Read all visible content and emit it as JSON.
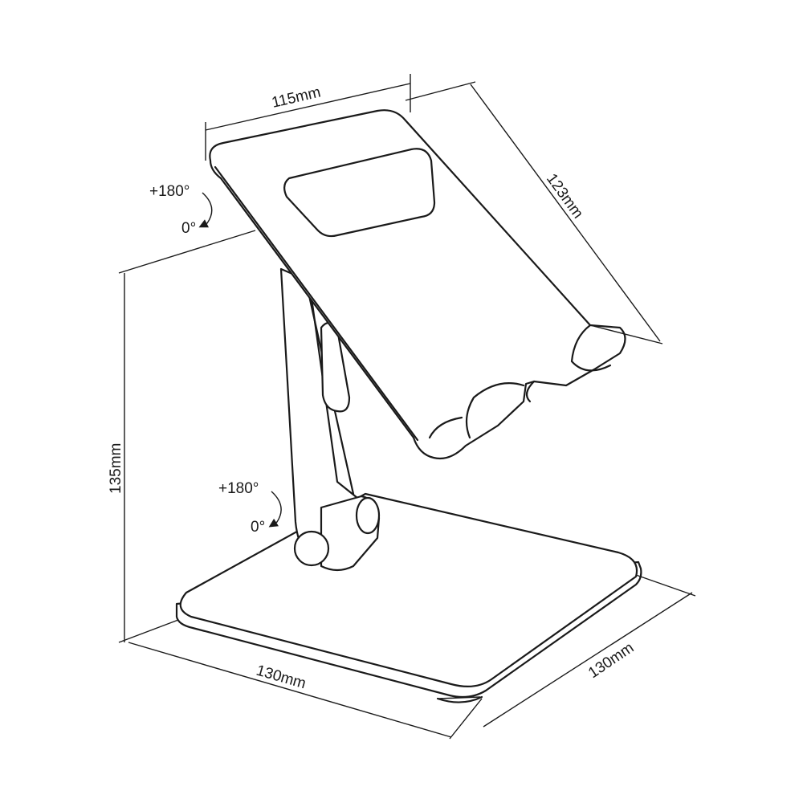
{
  "dimensions": {
    "plate_width": "115mm",
    "plate_length": "123mm",
    "height": "135mm",
    "base_width": "130mm",
    "base_depth": "130mm"
  },
  "rotation_top": {
    "max": "+180°",
    "min": "0°"
  },
  "rotation_bottom": {
    "max": "+180°",
    "min": "0°"
  }
}
